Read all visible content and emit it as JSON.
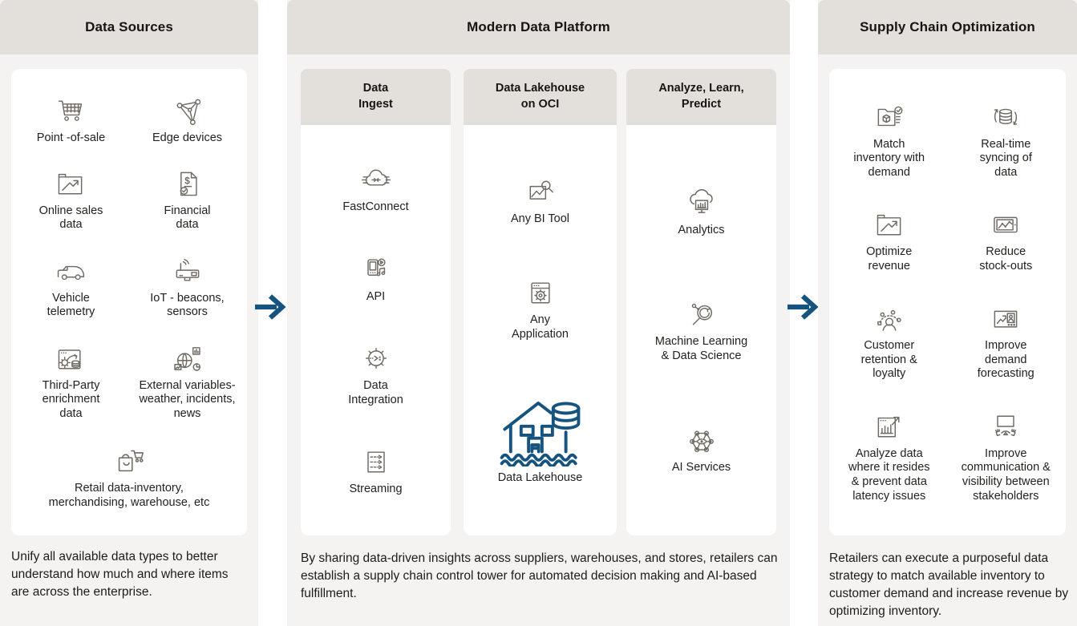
{
  "palette": {
    "header_bg": "#e3e0db",
    "panel_bg": "#f4f3f1",
    "card_bg": "#ffffff",
    "text": "#1d1c1a",
    "icon_gray": "#6f6b64",
    "accent_blue": "#16537e"
  },
  "sources": {
    "title": "Data Sources",
    "items": [
      {
        "icon": "cart-icon",
        "label": "Point -of-sale"
      },
      {
        "icon": "edge-devices-icon",
        "label": "Edge devices"
      },
      {
        "icon": "online-sales-icon",
        "label": "Online sales\ndata"
      },
      {
        "icon": "financial-data-icon",
        "label": "Financial\ndata"
      },
      {
        "icon": "vehicle-icon",
        "label": "Vehicle\ntelemetry"
      },
      {
        "icon": "iot-icon",
        "label": "IoT - beacons,\nsensors"
      },
      {
        "icon": "third-party-icon",
        "label": "Third-Party\nenrichment\ndata"
      },
      {
        "icon": "external-variables-icon",
        "label": "External variables-\nweather, incidents,\nnews"
      },
      {
        "icon": "retail-data-icon",
        "label": "Retail data-inventory,\nmerchandising, warehouse, etc"
      }
    ],
    "caption": "Unify all available data types to better understand how much and where items are across the enterprise."
  },
  "platform": {
    "title": "Modern Data Platform",
    "subcolumns": [
      {
        "title": "Data\nIngest",
        "items": [
          {
            "icon": "fastconnect-icon",
            "label": "FastConnect"
          },
          {
            "icon": "api-icon",
            "label": "API"
          },
          {
            "icon": "data-integration-icon",
            "label": "Data\nIntegration"
          },
          {
            "icon": "streaming-icon",
            "label": "Streaming"
          }
        ]
      },
      {
        "title": "Data Lakehouse\non OCI",
        "items": [
          {
            "icon": "bi-tool-icon",
            "label": "Any BI Tool"
          },
          {
            "icon": "application-icon",
            "label": "Any\nApplication"
          },
          {
            "icon": "data-lakehouse-icon",
            "label": "Data Lakehouse"
          }
        ]
      },
      {
        "title": "Analyze, Learn,\nPredict",
        "items": [
          {
            "icon": "analytics-icon",
            "label": "Analytics"
          },
          {
            "icon": "machine-learning-icon",
            "label": "Machine Learning\n& Data Science"
          },
          {
            "icon": "ai-services-icon",
            "label": "AI Services"
          }
        ]
      }
    ],
    "caption": "By sharing data-driven insights across suppliers, warehouses, and stores, retailers can establish a supply chain control tower for automated decision making and AI-based fulfillment."
  },
  "optimization": {
    "title": "Supply Chain Optimization",
    "items": [
      {
        "icon": "match-inventory-icon",
        "label": "Match\ninventory with\ndemand"
      },
      {
        "icon": "realtime-sync-icon",
        "label": "Real-time\nsyncing of\ndata"
      },
      {
        "icon": "optimize-revenue-icon",
        "label": "Optimize\nrevenue"
      },
      {
        "icon": "reduce-stockouts-icon",
        "label": "Reduce\nstock-outs"
      },
      {
        "icon": "customer-retention-icon",
        "label": "Customer\nretention &\nloyalty"
      },
      {
        "icon": "demand-forecasting-icon",
        "label": "Improve\ndemand\nforecasting"
      },
      {
        "icon": "analyze-data-icon",
        "label": "Analyze data\nwhere it resides\n& prevent data\nlatency issues"
      },
      {
        "icon": "communication-icon",
        "label": "Improve\ncommunication &\nvisibility between\nstakeholders"
      }
    ],
    "caption": "Retailers can execute a purposeful data strategy to match available inventory to customer demand and increase revenue by optimizing inventory."
  }
}
